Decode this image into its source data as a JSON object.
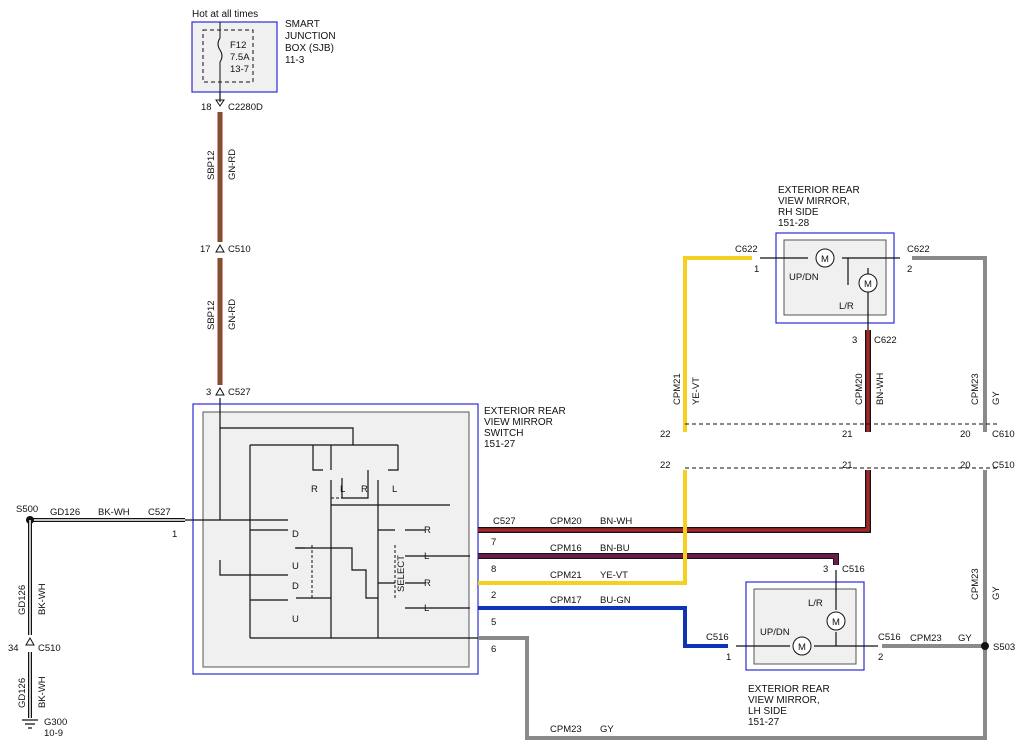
{
  "sjb": {
    "hot_label": "Hot at all times",
    "title_1": "SMART",
    "title_2": "JUNCTION",
    "title_3": "BOX (SJB)",
    "ref": "11-3",
    "fuse": "F12",
    "rating": "7.5A",
    "fuse_ref": "13-7"
  },
  "connectors": {
    "c2280d_pin": "18",
    "c2280d": "C2280D",
    "c510_upper_pin": "17",
    "c510_upper": "C510",
    "c527_top_pin": "3",
    "c527_top": "C527",
    "c527_right": "C527",
    "c527_left": "C527",
    "c527_left_pin": "1",
    "c622_left": "C622",
    "c622_left_pin": "1",
    "c622_right": "C622",
    "c622_right_pin": "2",
    "c622_bottom": "C622",
    "c622_bottom_pin": "3",
    "c610": "C610",
    "c510_mid": "C510",
    "c516_top": "C516",
    "c516_top_pin": "3",
    "c516_left": "C516",
    "c516_left_pin": "1",
    "c516_right": "C516",
    "c516_right_pin": "2",
    "c510_left": "C510",
    "c510_left_pin": "34",
    "pins_22": "22",
    "pins_21": "21",
    "pins_20": "20",
    "sw_pin_7": "7",
    "sw_pin_8": "8",
    "sw_pin_2": "2",
    "sw_pin_5": "5",
    "sw_pin_6": "6"
  },
  "wires": {
    "sbp12": "SBP12",
    "gn_rd": "GN-RD",
    "gd126": "GD126",
    "bk_wh": "BK-WH",
    "cpm20": "CPM20",
    "bn_wh": "BN-WH",
    "cpm16": "CPM16",
    "bn_bu": "BN-BU",
    "cpm21": "CPM21",
    "ye_vt": "YE-VT",
    "cpm17": "CPM17",
    "bu_gn": "BU-GN",
    "cpm23": "CPM23",
    "gy": "GY"
  },
  "switch": {
    "title_1": "EXTERIOR REAR",
    "title_2": "VIEW MIRROR",
    "title_3": "SWITCH",
    "ref": "151-27",
    "r": "R",
    "l": "L",
    "d": "D",
    "u": "U",
    "select": "SELECT"
  },
  "rh_mirror": {
    "title_1": "EXTERIOR REAR",
    "title_2": "VIEW MIRROR,",
    "title_3": "RH SIDE",
    "ref": "151-28",
    "updn": "UP/DN",
    "lr": "L/R",
    "motor": "M"
  },
  "lh_mirror": {
    "title_1": "EXTERIOR REAR",
    "title_2": "VIEW MIRROR,",
    "title_3": "LH SIDE",
    "ref": "151-27",
    "updn": "UP/DN",
    "lr": "L/R",
    "motor": "M"
  },
  "splices": {
    "s500": "S500",
    "s503": "S503",
    "g300": "G300",
    "g300_ref": "10-9"
  },
  "colors": {
    "green": "#2e7d32",
    "red": "#c62828",
    "brown_red": "#8b1a1a",
    "purple": "#6a1b4d",
    "yellow": "#f5d020",
    "blue": "#1034b8",
    "gray": "#8a8a8a",
    "black": "#111111",
    "frame_blue": "#2b2bd6"
  }
}
